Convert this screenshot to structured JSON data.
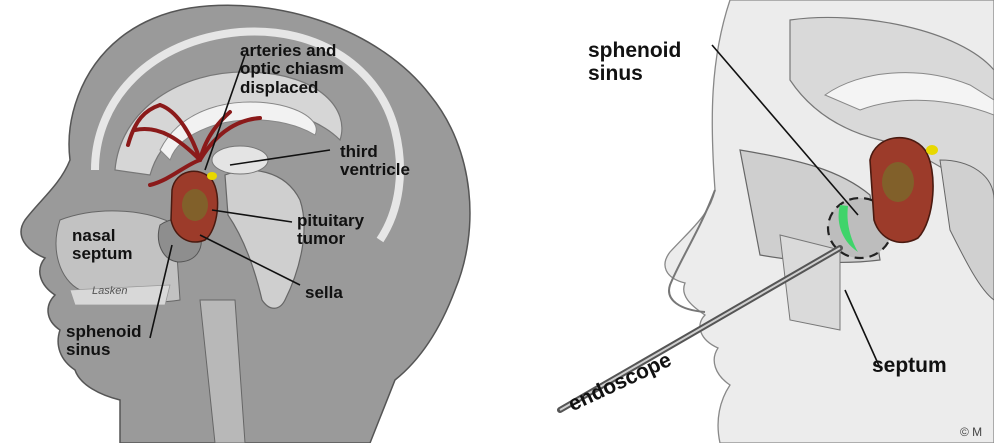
{
  "left_panel": {
    "labels": {
      "arteries": "arteries and\noptic chiasm\ndisplaced",
      "third_ventricle": "third\nventricle",
      "pituitary_tumor": "pituitary\ntumor",
      "nasal_septum": "nasal\nseptum",
      "sella": "sella",
      "sphenoid_sinus": "sphenoid\nsinus"
    },
    "signature": "Lasken"
  },
  "right_panel": {
    "labels": {
      "sphenoid_sinus": "sphenoid\nsinus",
      "septum": "septum",
      "endoscope": "endoscope"
    },
    "copyright": "© M"
  },
  "colors": {
    "head_gray": "#9a9a9a",
    "brain_light": "#d6d6d6",
    "artery_red": "#8b1a1a",
    "tumor_red": "#9c3b2a",
    "tumor_core": "#7a6a2a",
    "nerve_yellow": "#e8d800",
    "mucosa_green": "#3fd46a"
  }
}
